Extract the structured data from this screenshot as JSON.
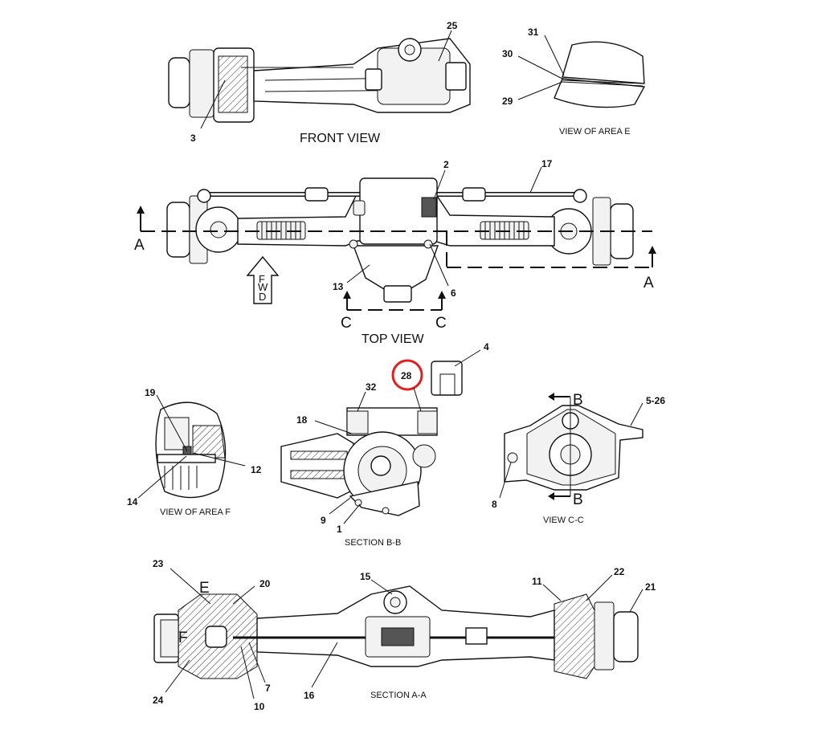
{
  "views": {
    "front_view": "FRONT VIEW",
    "top_view": "TOP VIEW",
    "view_area_e": "VIEW OF AREA E",
    "view_area_f": "VIEW OF AREA F",
    "section_bb": "SECTION B-B",
    "view_cc": "VIEW C-C",
    "section_aa": "SECTION A-A"
  },
  "section_letters": {
    "a_left": "A",
    "a_right": "A",
    "c_left": "C",
    "c_right": "C",
    "b_top": "B",
    "b_bottom": "B",
    "e": "E",
    "f": "F"
  },
  "fwd_arrow": {
    "f": "F",
    "w": "W",
    "d": "D"
  },
  "callouts": {
    "c25": "25",
    "c31": "31",
    "c30": "30",
    "c29": "29",
    "c3": "3",
    "c2": "2",
    "c17": "17",
    "c13": "13",
    "c6": "6",
    "c4": "4",
    "c28": "28",
    "c32": "32",
    "c18": "18",
    "c9": "9",
    "c1": "1",
    "c19": "19",
    "c12": "12",
    "c14": "14",
    "c5_26": "5-26",
    "c8": "8",
    "c23": "23",
    "c20": "20",
    "c15": "15",
    "c11": "11",
    "c22": "22",
    "c21": "21",
    "c24": "24",
    "c7": "7",
    "c10": "10",
    "c16": "16"
  },
  "highlight_color": "#e02020"
}
